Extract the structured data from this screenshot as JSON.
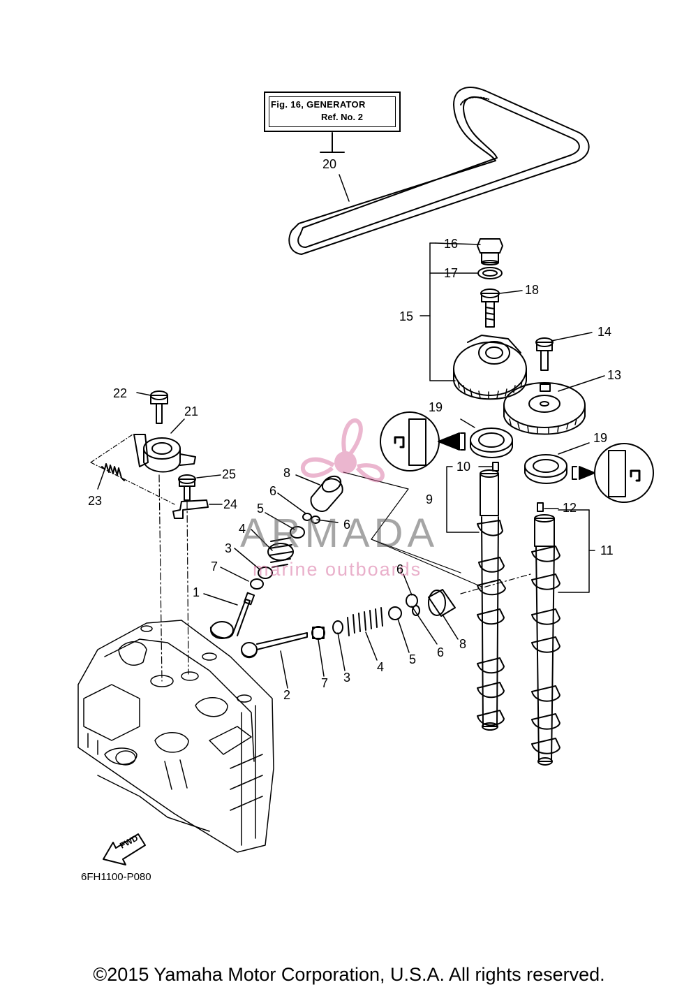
{
  "reference_box": {
    "line1": "Fig. 16, GENERATOR",
    "line2": "Ref. No. 2"
  },
  "callouts": {
    "c1": "1",
    "c2": "2",
    "c3a": "3",
    "c3b": "3",
    "c4a": "4",
    "c4b": "4",
    "c5a": "5",
    "c5b": "5",
    "c6a": "6",
    "c6b": "6",
    "c6c": "6",
    "c6d": "6",
    "c7a": "7",
    "c7b": "7",
    "c8a": "8",
    "c8b": "8",
    "c9": "9",
    "c10": "10",
    "c11": "11",
    "c12": "12",
    "c13": "13",
    "c14": "14",
    "c15": "15",
    "c16": "16",
    "c17": "17",
    "c18": "18",
    "c19a": "19",
    "c19b": "19",
    "c20": "20",
    "c21": "21",
    "c22": "22",
    "c23": "23",
    "c24": "24",
    "c25": "25"
  },
  "fwd_arrow_text": "FWD",
  "diagram_code": "6FH1100-P080",
  "watermark": {
    "title": "ARMADA",
    "subtitle": "marine outboards"
  },
  "copyright": "©2015 Yamaha Motor Corporation, U.S.A. All rights reserved.",
  "colors": {
    "line": "#000000",
    "watermark_pink": "#d86fa0",
    "watermark_gray": "#5d5d5d"
  }
}
